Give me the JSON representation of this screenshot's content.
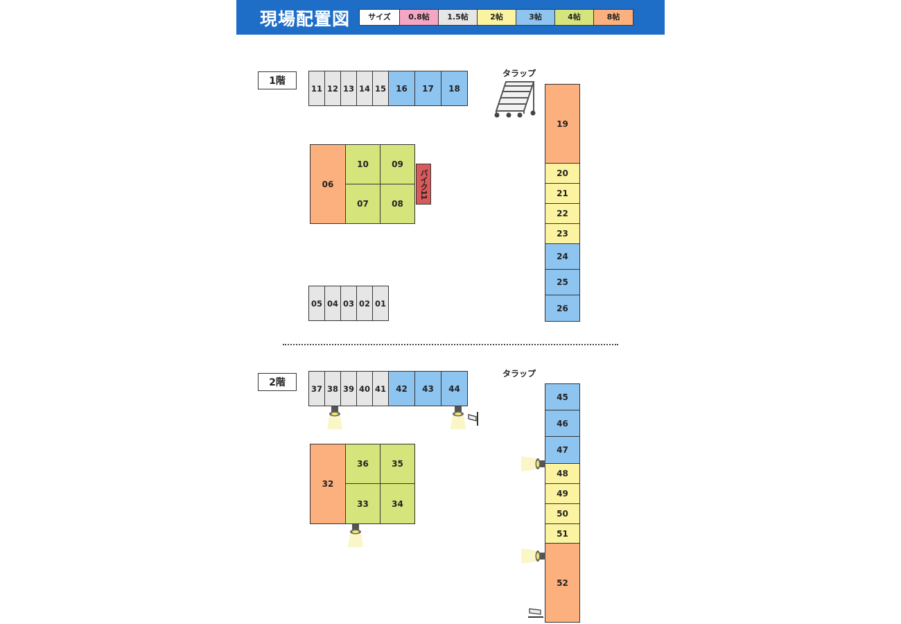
{
  "header": {
    "title": "現場配置図",
    "legend": [
      {
        "label": "サイズ",
        "color": "#ffffff"
      },
      {
        "label": "0.8帖",
        "color": "#f4a6c4"
      },
      {
        "label": "1.5帖",
        "color": "#e6e6e6"
      },
      {
        "label": "2帖",
        "color": "#fbf3a0"
      },
      {
        "label": "3帖",
        "color": "#8ec4f0"
      },
      {
        "label": "4帖",
        "color": "#d6e57b"
      },
      {
        "label": "8帖",
        "color": "#fbb07e"
      }
    ]
  },
  "floor1": {
    "label": "1階",
    "stairs_label": "タラップ",
    "top_row": [
      "11",
      "12",
      "13",
      "14",
      "15",
      "16",
      "17",
      "18"
    ],
    "block": {
      "big": "06",
      "grid": [
        "10",
        "09",
        "07",
        "08"
      ],
      "bike": "バイク11"
    },
    "bottom_row": [
      "05",
      "04",
      "03",
      "02",
      "01"
    ],
    "column": [
      "19",
      "20",
      "21",
      "22",
      "23",
      "24",
      "25",
      "26"
    ]
  },
  "floor2": {
    "label": "2階",
    "stairs_label": "タラップ",
    "top_row": [
      "37",
      "38",
      "39",
      "40",
      "41",
      "42",
      "43",
      "44"
    ],
    "block": {
      "big": "32",
      "grid": [
        "36",
        "35",
        "33",
        "34"
      ]
    },
    "column": [
      "45",
      "46",
      "47",
      "48",
      "49",
      "50",
      "51",
      "52"
    ]
  },
  "icons": [
    "stairs-icon",
    "light-icon",
    "camera-icon"
  ]
}
